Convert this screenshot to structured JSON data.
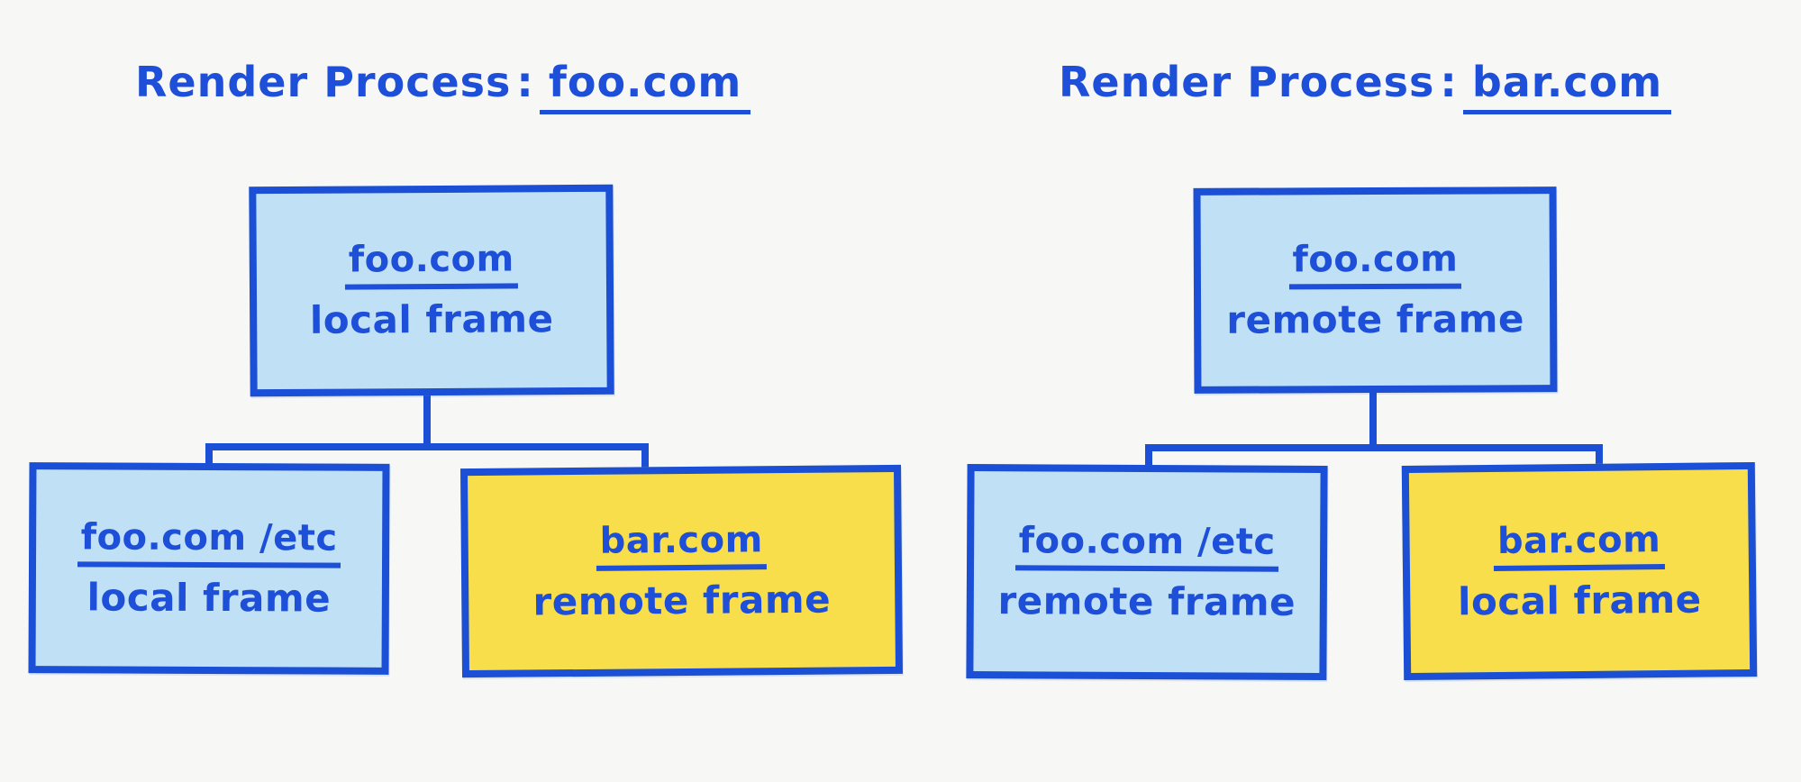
{
  "diagram": {
    "background_color": "#f7f7f5",
    "ink_color": "#1a4fd6",
    "fill_blue": "#bfe0f5",
    "fill_yellow": "#f7de4a",
    "highlight_blue": "#b9dff8",
    "highlight_yellow": "#f7e067"
  },
  "trees": [
    {
      "title": {
        "label": "Render Process",
        "separator": ":",
        "host": "foo.com",
        "highlight": "blue"
      },
      "root": {
        "host": "foo.com",
        "kind": "local frame",
        "fill": "blue"
      },
      "children": [
        {
          "host": "foo.com /etc",
          "kind": "local frame",
          "fill": "blue"
        },
        {
          "host": "bar.com",
          "kind": "remote frame",
          "fill": "yellow"
        }
      ]
    },
    {
      "title": {
        "label": "Render Process",
        "separator": ":",
        "host": "bar.com",
        "highlight": "yellow"
      },
      "root": {
        "host": "foo.com",
        "kind": "remote frame",
        "fill": "blue"
      },
      "children": [
        {
          "host": "foo.com /etc",
          "kind": "remote frame",
          "fill": "blue"
        },
        {
          "host": "bar.com",
          "kind": "local frame",
          "fill": "yellow"
        }
      ]
    }
  ]
}
